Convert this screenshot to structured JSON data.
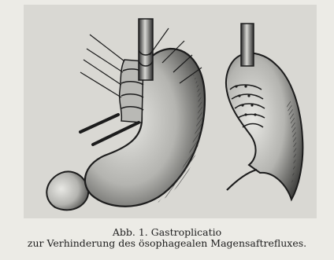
{
  "figure": {
    "ink_color": "#1c1c1c",
    "paper_color": "#ecebe6",
    "panels": [
      "stomach-with-fundoplication-sutures",
      "stomach-after-gastroplication"
    ]
  },
  "caption": {
    "line1": "Abb. 1. Gastroplicatio",
    "line2": "zur Verhinderung des ösophagealen Magensaftrefluxes."
  }
}
